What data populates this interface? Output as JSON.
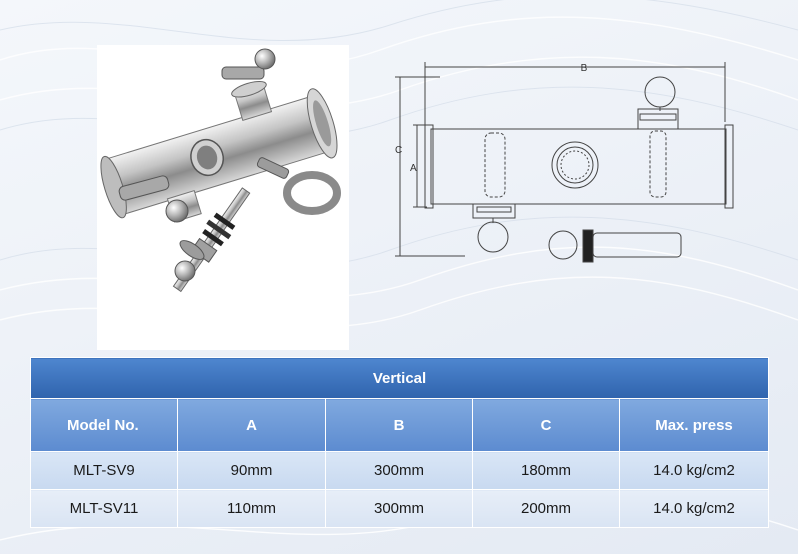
{
  "photo": {
    "caption": ""
  },
  "drawing": {
    "dim_b": "B",
    "dim_c": "C",
    "dim_a": "A"
  },
  "table": {
    "title": "Vertical",
    "headers": [
      "Model No.",
      "A",
      "B",
      "C",
      "Max. press"
    ],
    "rows": [
      [
        "MLT-SV9",
        "90mm",
        "300mm",
        "180mm",
        "14.0 kg/cm2"
      ],
      [
        "MLT-SV11",
        "110mm",
        "300mm",
        "200mm",
        "14.0 kg/cm2"
      ]
    ]
  }
}
